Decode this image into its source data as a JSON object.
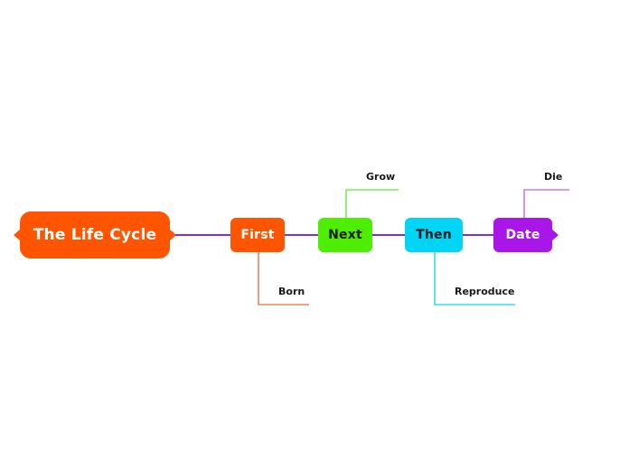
{
  "diagram": {
    "type": "mind-map",
    "background_color": "#ffffff",
    "root": {
      "id": "root",
      "label": "The Life Cycle",
      "fill_color": "#FF5500",
      "text_color": "#ffffff"
    },
    "connector_color": "#7B2FE0",
    "nodes": [
      {
        "id": "first",
        "label": "First",
        "fill_color": "#FF5500",
        "text_color": "#ffffff",
        "branch": {
          "id": "born",
          "label": "Born",
          "color": "#F0845A",
          "direction": "down"
        }
      },
      {
        "id": "next",
        "label": "Next",
        "fill_color": "#4DEE00",
        "text_color": "#1a1a1a",
        "branch": {
          "id": "grow",
          "label": "Grow",
          "color": "#77EE55",
          "direction": "up"
        }
      },
      {
        "id": "then",
        "label": "Then",
        "fill_color": "#00D5F5",
        "text_color": "#1a1a1a",
        "branch": {
          "id": "reproduce",
          "label": "Reproduce",
          "color": "#33DDF5",
          "direction": "down"
        }
      },
      {
        "id": "date",
        "label": "Date",
        "fill_color": "#A916E8",
        "text_color": "#ffffff",
        "branch": {
          "id": "die",
          "label": "Die",
          "color": "#C87AEE",
          "direction": "up"
        }
      }
    ]
  }
}
